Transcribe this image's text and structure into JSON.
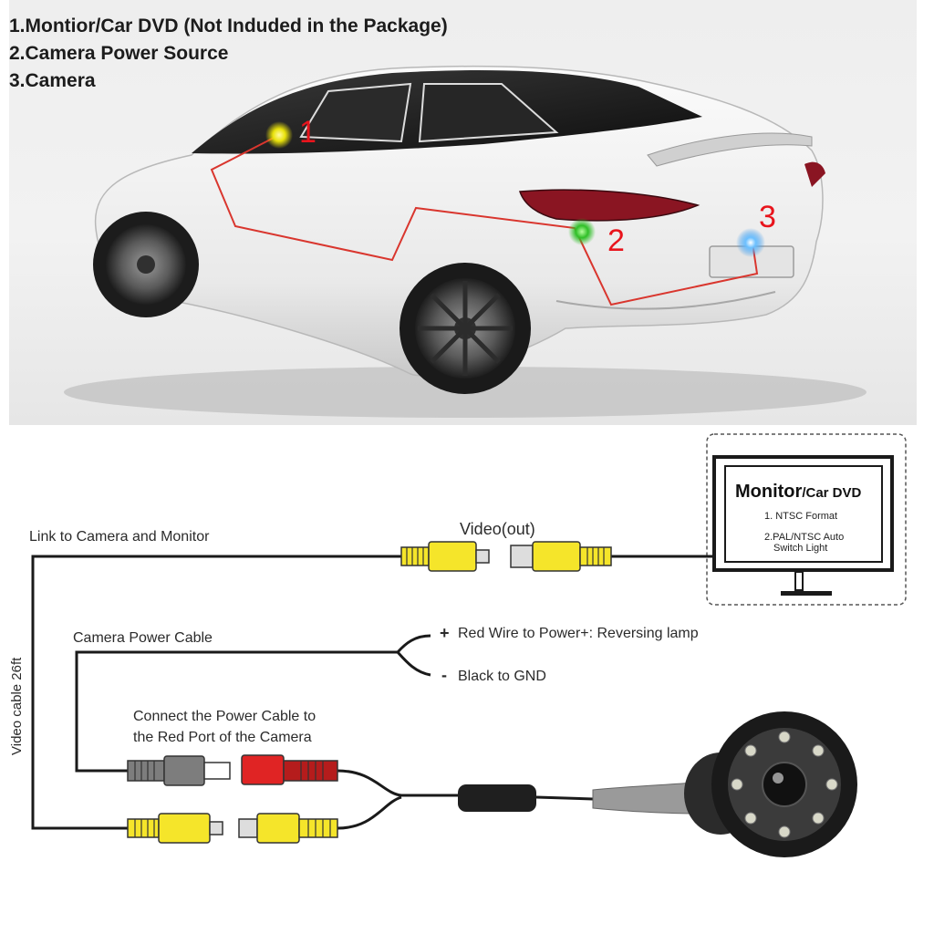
{
  "legend": {
    "item1": "1.Montior/Car DVD (Not Induded in the Package)",
    "item2": "2.Camera Power Source",
    "item3": "3.Camera"
  },
  "markers": {
    "m1": "1",
    "m2": "2",
    "m3": "3",
    "m1_color": "#e9e20a",
    "m2_color": "#2fbf27",
    "m3_color": "#2e8fe6",
    "route_color": "#d9362e"
  },
  "monitor": {
    "title_main": "Monitor",
    "title_sub": "/Car DVD",
    "spec1": "1. NTSC Format",
    "spec2_line1": "2.PAL/NTSC Auto",
    "spec2_line2": "Switch Light"
  },
  "labels": {
    "link": "Link to Camera and Monitor",
    "video_out": "Video(out)",
    "power_cable": "Camera Power Cable",
    "plus": "+",
    "red_wire": "Red Wire to Power+: Reversing lamp",
    "minus": "-",
    "black_wire": "Black to GND",
    "connect_line1": "Connect the Power Cable to",
    "connect_line2": "the Red Port of the Camera",
    "video_cable": "Video cable 26ft"
  },
  "colors": {
    "rca_yellow": "#f5e52a",
    "rca_red": "#e02424",
    "plug_gray": "#7d7d7d",
    "cable": "#1a1a1a"
  }
}
